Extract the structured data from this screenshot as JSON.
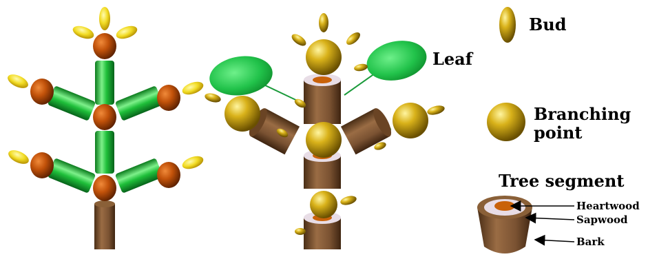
{
  "legend": {
    "bud": "Bud",
    "leaf": "Leaf",
    "branching_point_line1": "Branching",
    "branching_point_line2": "point",
    "tree_segment": "Tree segment",
    "heartwood": "Heartwood",
    "sapwood": "Sapwood",
    "bark": "Bark"
  },
  "colors": {
    "bud": "#e6c21a",
    "branching_point": "#c8a010",
    "young_node": "#c2520a",
    "green_segment": "#1fbf3a",
    "bark": "#7a5232",
    "sapwood": "#e8dde6",
    "heartwood": "#c9620a",
    "leaf": "#21c24a"
  }
}
